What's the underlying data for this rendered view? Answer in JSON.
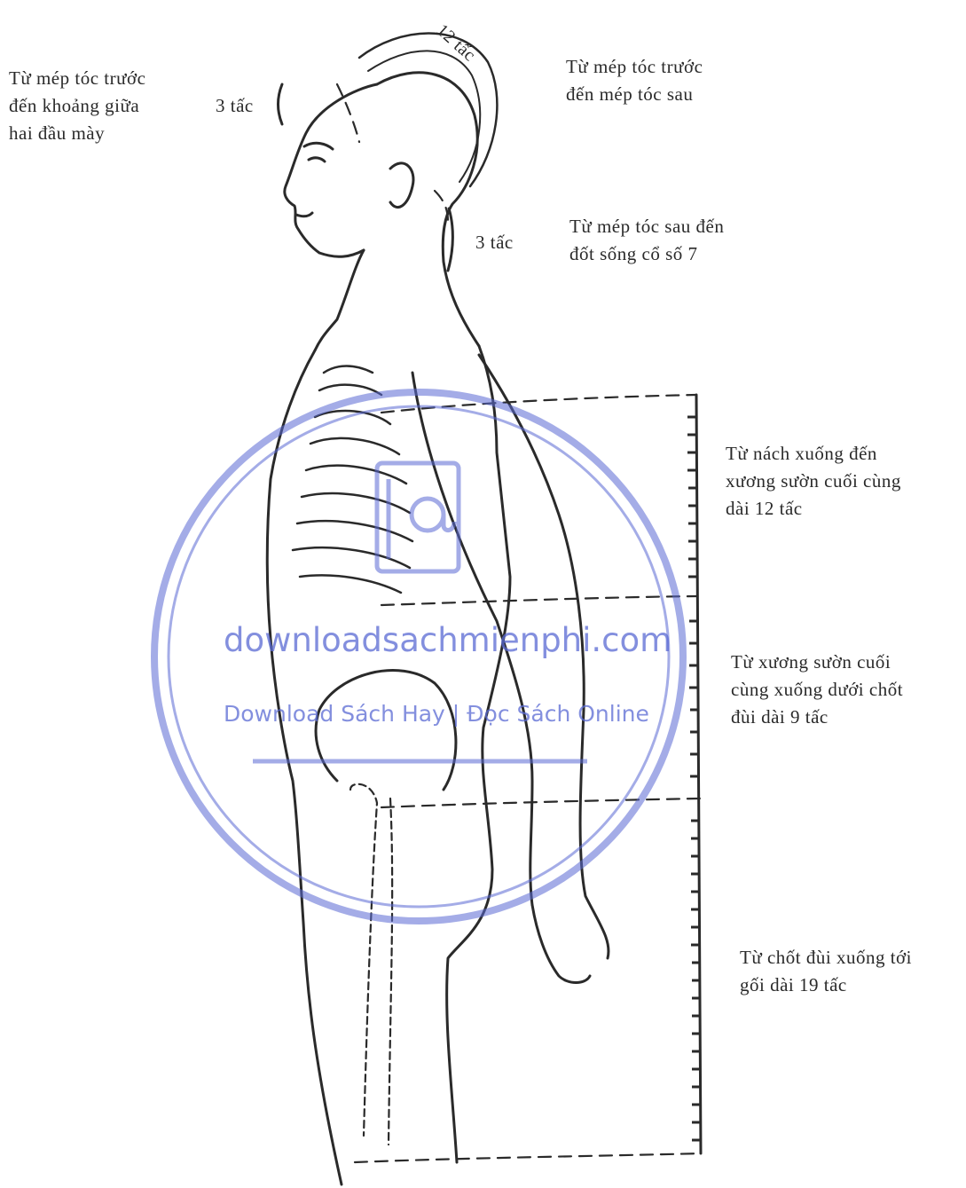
{
  "labels": {
    "head_front": "Từ mép tóc trước\nđến khoảng giữa\nhai đầu mày",
    "head_front_value": "3 tấc",
    "head_arc_value": "12 tấc",
    "head_arc": "Từ mép tóc trước\nđến mép tóc sau",
    "neck_value": "3 tấc",
    "neck": "Từ mép tóc sau đến\nđốt sống cổ số 7",
    "armpit_rib": "Từ nách xuống đến\nxương sườn cuối cùng\ndài 12 tấc",
    "rib_hip": "Từ xương sườn cuối\ncùng xuống dưới chốt\nđùi dài 9 tấc",
    "hip_knee": "Từ chốt đùi xuống tới\ngối dài 19 tấc"
  },
  "watermark": {
    "site": "downloadsachmienphi.com",
    "tagline": "Download Sách Hay | Đọc Sách Online",
    "icon": "book-at-icon",
    "color": "#5a6ad4"
  }
}
